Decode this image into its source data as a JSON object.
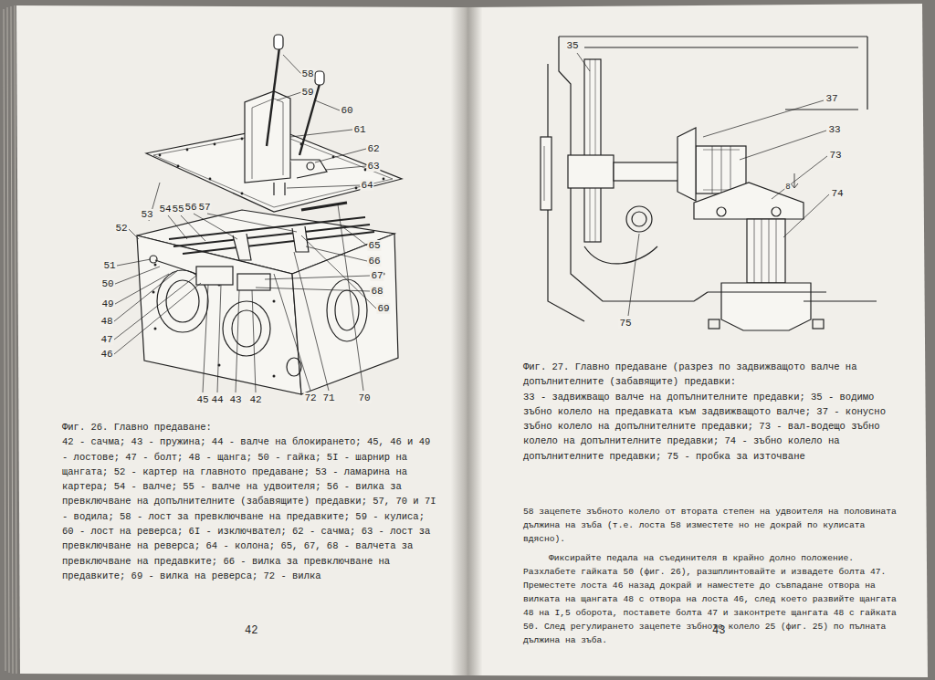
{
  "diagram": {
    "labels": [
      "Фиг. 26. Главно предаване:",
      "42 - сачма; 43 - пружина; 44 - валче на блокирането; 45, 46 и 49 - лостове; 47 - болт; 48 - щанга; 50 - гайка; 5I - шарнир на щангата; 52 - картер на главното предаване; 53 - ламарина на картера; 54 - валче; 55 - валче на удвоителя; 56 - вилка за превключване на допълнителните (забавящите) предавки; 57, 70 и 7I - водила; 58 - лост за превключване на предавките; 59 - кулиса; 60 - лост на реверса; 6I - изключвател; 62 - сачма; 63 - лост за превключване на реверса; 64 - колона; 65, 67, 68 - валчета за превключване на предавките; 66 - вилка за превключване на предавките; 69 - вилка на реверса; 72 - вилка",
      "Фиг. 27. Главно предаване (разрез по задвижващото валче на допълнителните (забавящите) предавки:",
      "33 - задвижващо валче на допълнителните предавки; 35 - водимо зъбно колело на предавката към задвижващото валче; 37 - конусно зъбно колело на допълнителните предавки; 73 - вал-водещо зъбно колело на допълнителните предавки; 74 - зъбно колело на допълнителните предавки; 75 - пробка за източване",
      "58 зацепете зъбното колело от втората степен на удвоителя на половината дължина на зъба (т.е. лоста 58 изместете но не докрай по кулисата вдясно).",
      "Фиксирайте педала на съединителя в крайно долно положение. Разхлабете гайката 50 (фиг. 26), разшплинтовайте и извадете болта 47. Преместете лоста 46 назад докрай и наместете до съвпадане отвора на вилката на щангата 48 с отвора на лоста 46, след което развийте щангата 48 на I,5 оборота, поставете болта 47 и законтрете щангата 48 с гайката 50. След регулирането зацепете зъбното колело 25 (фиг. 25) по пълната дължина на зъба.",
      "42",
      "43",
      "58",
      "59",
      "60",
      "61",
      "62",
      "63",
      "64",
      "53",
      "54",
      "55",
      "56",
      "57",
      "52",
      "65",
      "66",
      "67",
      "68",
      "69",
      "51",
      "50",
      "49",
      "48",
      "47",
      "46",
      "45",
      "44",
      "43",
      "42",
      "72",
      "71",
      "70",
      "35",
      "37",
      "33",
      "73",
      "8",
      "74",
      "75"
    ]
  }
}
